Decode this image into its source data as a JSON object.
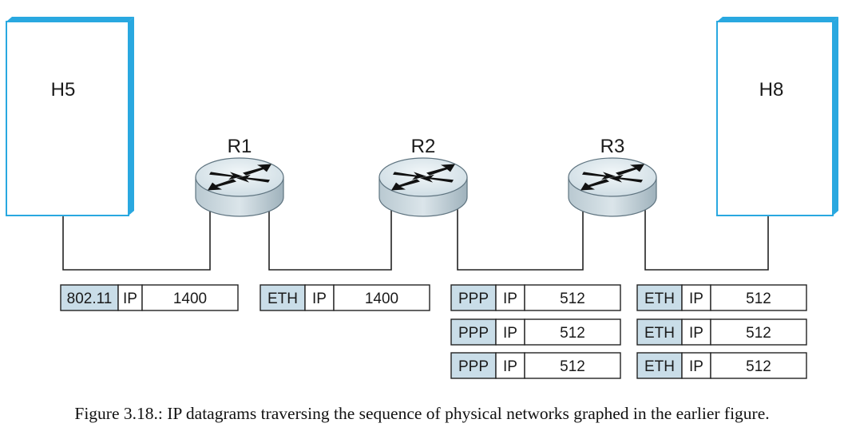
{
  "hosts": [
    {
      "id": "h5",
      "label": "H5"
    },
    {
      "id": "h8",
      "label": "H8"
    }
  ],
  "routers": [
    {
      "id": "r1",
      "label": "R1"
    },
    {
      "id": "r2",
      "label": "R2"
    },
    {
      "id": "r3",
      "label": "R3"
    }
  ],
  "datagram_groups": [
    {
      "segment": "H5-R1",
      "frames": [
        {
          "header": "802.11",
          "proto": "IP",
          "size": "1400"
        }
      ]
    },
    {
      "segment": "R1-R2",
      "frames": [
        {
          "header": "ETH",
          "proto": "IP",
          "size": "1400"
        }
      ]
    },
    {
      "segment": "R2-R3",
      "frames": [
        {
          "header": "PPP",
          "proto": "IP",
          "size": "512"
        },
        {
          "header": "PPP",
          "proto": "IP",
          "size": "512"
        },
        {
          "header": "PPP",
          "proto": "IP",
          "size": "512"
        }
      ]
    },
    {
      "segment": "R3-H8",
      "frames": [
        {
          "header": "ETH",
          "proto": "IP",
          "size": "512"
        },
        {
          "header": "ETH",
          "proto": "IP",
          "size": "512"
        },
        {
          "header": "ETH",
          "proto": "IP",
          "size": "512"
        }
      ]
    }
  ],
  "colors": {
    "host_edge": "#29a8e0",
    "header_fill": "#c9dde8",
    "router_top": "#dfe9ee",
    "router_side": "#a9bcc6",
    "line": "#222222"
  },
  "caption": "Figure 3.18.: IP datagrams traversing the sequence of physical networks graphed in the earlier figure."
}
